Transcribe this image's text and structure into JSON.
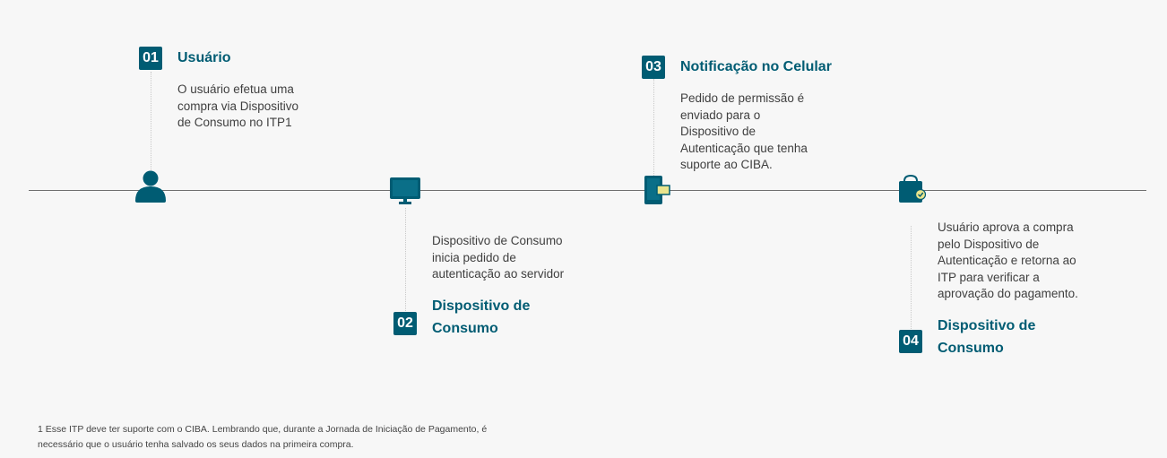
{
  "steps": [
    {
      "number": "01",
      "title": "Usuário",
      "description": "O usuário efetua  uma\ncompra via Dispositivo\nde  Consumo no ITP1",
      "icon": "user-icon"
    },
    {
      "number": "02",
      "title": "Dispositivo de\nConsumo",
      "description": "Dispositivo de Consumo\ninicia pedido de\nautenticação ao servidor",
      "icon": "monitor-icon"
    },
    {
      "number": "03",
      "title": "Notificação no Celular",
      "description": "Pedido de permissão  é\nenviado para  o\nDispositivo de\nAutenticação que tenha\nsuporte ao CIBA.",
      "icon": "phone-notification-icon"
    },
    {
      "number": "04",
      "title": "Dispositivo de\nConsumo",
      "description": "Usuário aprova a compra\npelo Dispositivo de\nAutenticação e retorna ao\nITP para verificar  a\naprovação do  pagamento.",
      "icon": "shopping-bag-check-icon"
    }
  ],
  "footnote": "1 Esse ITP deve ter suporte com o CIBA. Lembrando que, durante a Jornada de Iniciação de Pagamento, é necessário que o usuário tenha salvado os seus dados na primeira compra.",
  "colors": {
    "accent": "#005c73",
    "text": "#3f3f3f",
    "background": "#f7f7f7",
    "timeline": "#6f6f6f",
    "check": "#e9e48c"
  }
}
